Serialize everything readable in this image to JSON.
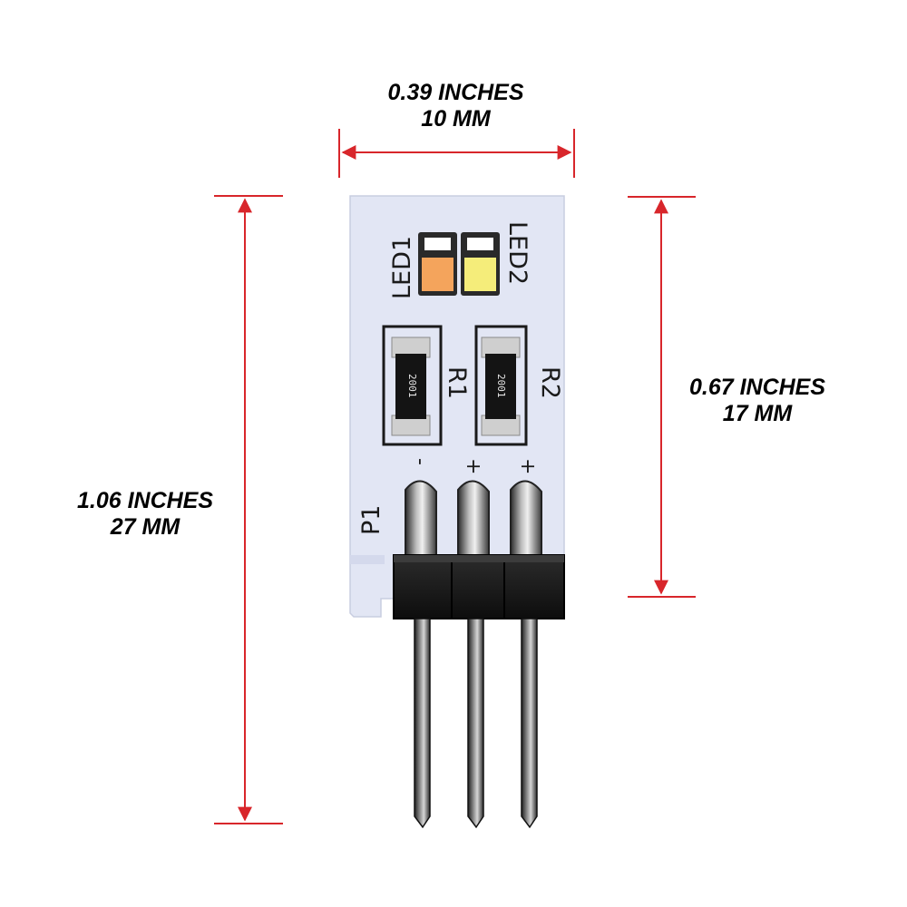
{
  "dimensions": {
    "width": {
      "inches": "0.39 INCHES",
      "mm": "10 MM"
    },
    "total_height": {
      "inches": "1.06 INCHES",
      "mm": "27 MM"
    },
    "board_height": {
      "inches": "0.67 INCHES",
      "mm": "17 MM"
    }
  },
  "board": {
    "led1_label": "LED1",
    "led2_label": "LED2",
    "r1_label": "R1",
    "r2_label": "R2",
    "r1_code": "2001",
    "r2_code": "2001",
    "pin_minus": "-",
    "pin_plus_1": "+",
    "pin_plus_2": "+",
    "connector_label": "P1"
  },
  "colors": {
    "dimension_line": "#d8262b",
    "pcb": "#e2e6f4",
    "led1": "#f4a45c",
    "led2": "#f5ed7a"
  }
}
